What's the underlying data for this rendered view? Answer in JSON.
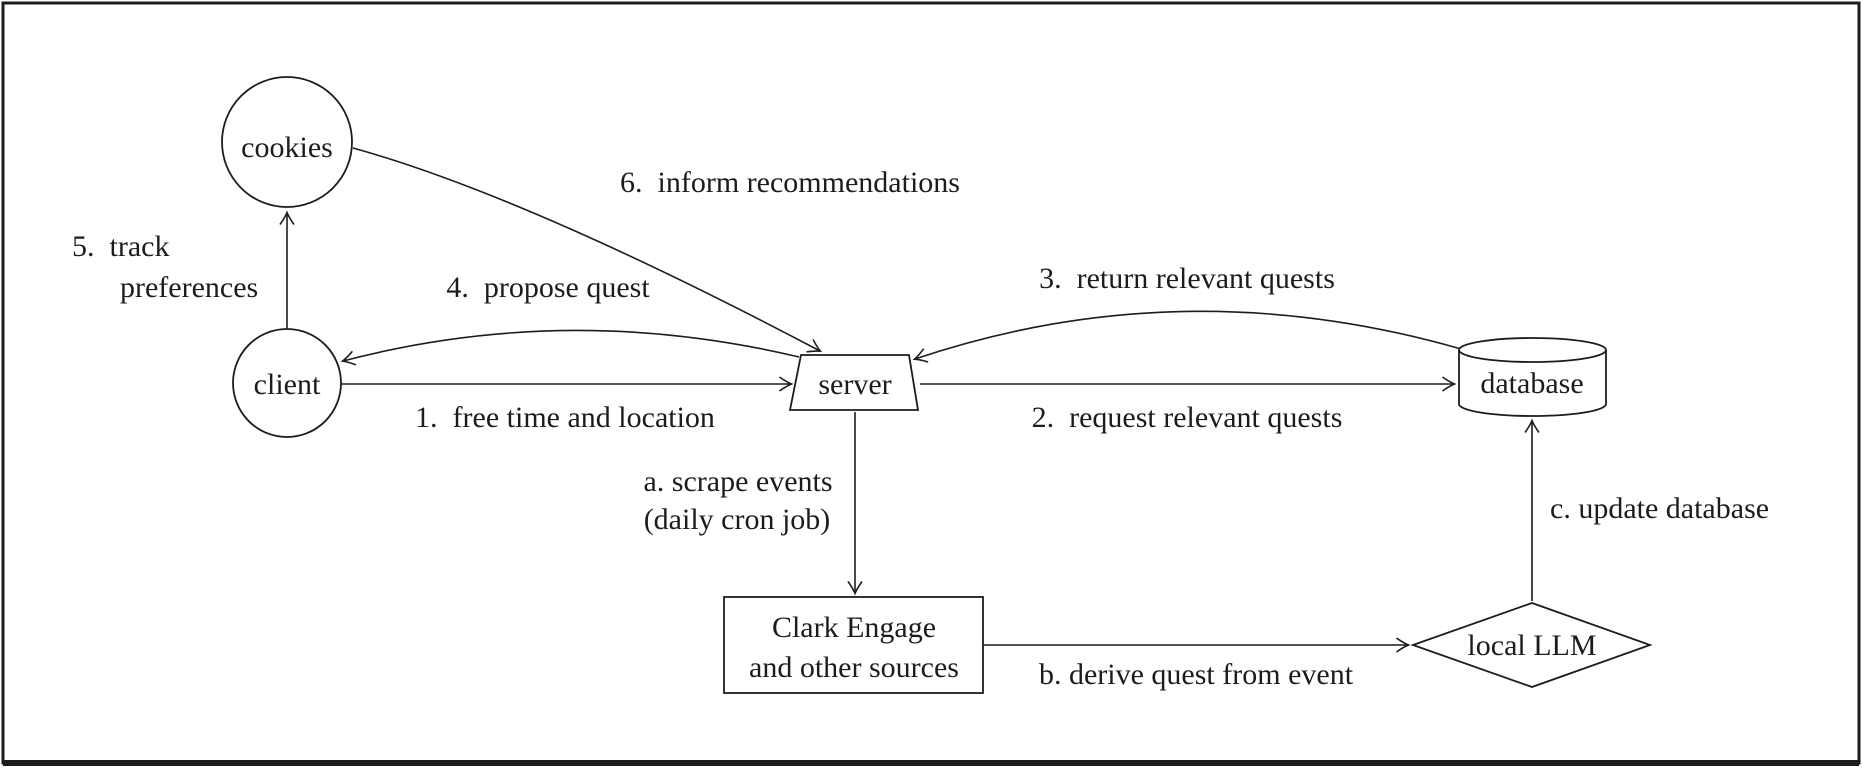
{
  "diagram": {
    "colors": {
      "ink": "#1c1c1c",
      "background": "#ffffff"
    },
    "nodes": {
      "cookies": {
        "label": "cookies",
        "shape": "circle"
      },
      "client": {
        "label": "client",
        "shape": "circle"
      },
      "server": {
        "label": "server",
        "shape": "trapezoid"
      },
      "database": {
        "label": "database",
        "shape": "cylinder"
      },
      "sources": {
        "line1": "Clark Engage",
        "line2": "and other sources",
        "shape": "rectangle"
      },
      "llm": {
        "label": "local LLM",
        "shape": "diamond"
      }
    },
    "edges": {
      "step1": {
        "from": "client",
        "to": "server",
        "label": "1.  free time and location"
      },
      "step2": {
        "from": "server",
        "to": "database",
        "label": "2.  request relevant quests"
      },
      "step3": {
        "from": "database",
        "to": "server",
        "label": "3.  return relevant quests"
      },
      "step4": {
        "from": "server",
        "to": "client",
        "label": "4.  propose quest"
      },
      "step5": {
        "from": "client",
        "to": "cookies",
        "label_line1": "5.  track",
        "label_line2": "preferences"
      },
      "step6": {
        "from": "cookies",
        "to": "server",
        "label": "6.  inform recommendations"
      },
      "stepA": {
        "from": "server",
        "to": "sources",
        "label_line1": "a. scrape events",
        "label_line2": "(daily cron job)"
      },
      "stepB": {
        "from": "sources",
        "to": "llm",
        "label": "b. derive quest from event"
      },
      "stepC": {
        "from": "llm",
        "to": "database",
        "label": "c. update database"
      }
    }
  }
}
